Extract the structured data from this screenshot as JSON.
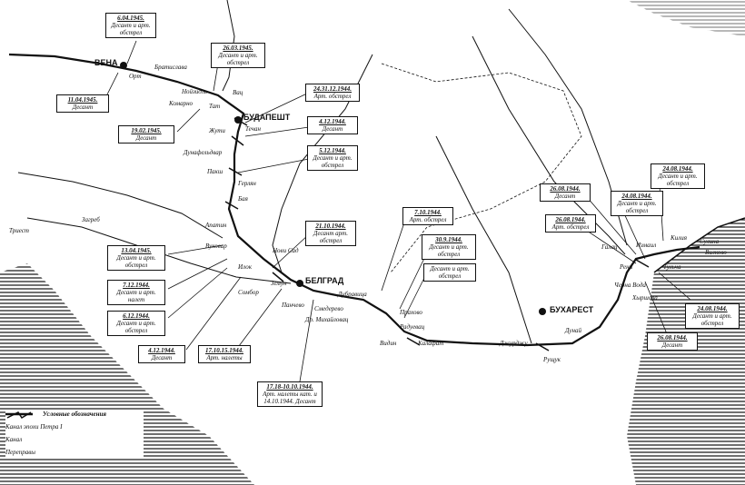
{
  "capitals": {
    "vena": "ВЕНА",
    "budapesht": "БУДАПЕШТ",
    "belgrad": "БЕЛГРАД",
    "bukharest": "БУХАРЕСТ"
  },
  "places": {
    "ort": "Орт",
    "bratislava": "Братислава",
    "neusiedl": "Нойзидль",
    "komarno": "Комарно",
    "vac": "Вац",
    "tat": "Тат",
    "zhutsi": "Жути",
    "techan": "Течан",
    "dunafeldvar": "Дунафельдвар",
    "paks": "Пакш",
    "gerlyan": "Герлян",
    "baya": "Бая",
    "apatin": "Апатин",
    "vukovar": "Вуковар",
    "novisad": "Нови Сад",
    "ilok": "Илок",
    "zagreb": "Загреб",
    "trieste": "Триест",
    "sombor": "Сомбор",
    "zemun": "Земун",
    "pancevo": "Панчево",
    "smederevo": "Смедерево",
    "dubravica": "Дубравица",
    "mihailovac": "Др. Михайловац",
    "prahovo": "Прахово",
    "radujevac": "Радуевац",
    "vidin": "Видин",
    "kalafat": "Калафат",
    "dzhurdzhu": "Джурджу",
    "ruschuk": "Рущук",
    "dunay": "Дунай",
    "galats": "Галац",
    "izmail": "Измаил",
    "kiliya": "Килия",
    "vilkovo": "Вилково",
    "reni": "Рени",
    "tulcha": "Тульча",
    "hirsova": "Хыршова",
    "chernavoda": "Черна Вода",
    "sulina": "Сулина"
  },
  "callouts": [
    {
      "date": "6.04.1945.",
      "text": "Десант и арт. обстрел"
    },
    {
      "date": "26.03.1945.",
      "text": "Десант и арт. обстрел"
    },
    {
      "date": "11.04.1945.",
      "text": "Десант"
    },
    {
      "date": "19.02.1945.",
      "text": "Десант"
    },
    {
      "date": "24.31.12.1944.",
      "text": "Арт. обстрел"
    },
    {
      "date": "4.12.1944.",
      "text": "Десант"
    },
    {
      "date": "5.12.1944.",
      "text": "Десант и арт. обстрел"
    },
    {
      "date": "21.10.1944.",
      "text": "Десант арт. обстрел"
    },
    {
      "date": "7.10.1944.",
      "text": "Арт. обстрел"
    },
    {
      "date": "30.9.1944.",
      "text": "Десант и арт. обстрел"
    },
    {
      "date": "",
      "text": "Десант и арт. обстрел"
    },
    {
      "date": "13.04.1945.",
      "text": "Десант и арт. обстрел"
    },
    {
      "date": "7.12.1944.",
      "text": "Десант и арт. налет"
    },
    {
      "date": "6.12.1944.",
      "text": "Десант и арт. обстрел"
    },
    {
      "date": "4.12.1944.",
      "text": "Десант"
    },
    {
      "date": "17.10.15.1944.",
      "text": "Арт. налеты"
    },
    {
      "date": "17.18-10.10.1944.",
      "text": "Арт. налеты кат. и 14.10.1944. Десант"
    },
    {
      "date": "24.08.1944.",
      "text": "Десант и арт. обстрел"
    },
    {
      "date": "26.08.1944.",
      "text": "Десант"
    },
    {
      "date": "24.08.1944.",
      "text": "Десант и арт. обстрел"
    },
    {
      "date": "26.08.1944.",
      "text": "Арт. обстрел"
    },
    {
      "date": "24.08.1944.",
      "text": "Десант и арт. обстрел"
    },
    {
      "date": "26.08.1944.",
      "text": "Десант"
    }
  ],
  "legend": {
    "title": "Условные обозначения",
    "items": [
      {
        "label": "Канал эпохи Петра I"
      },
      {
        "label": "Канал"
      },
      {
        "label": "Переправы"
      }
    ]
  }
}
